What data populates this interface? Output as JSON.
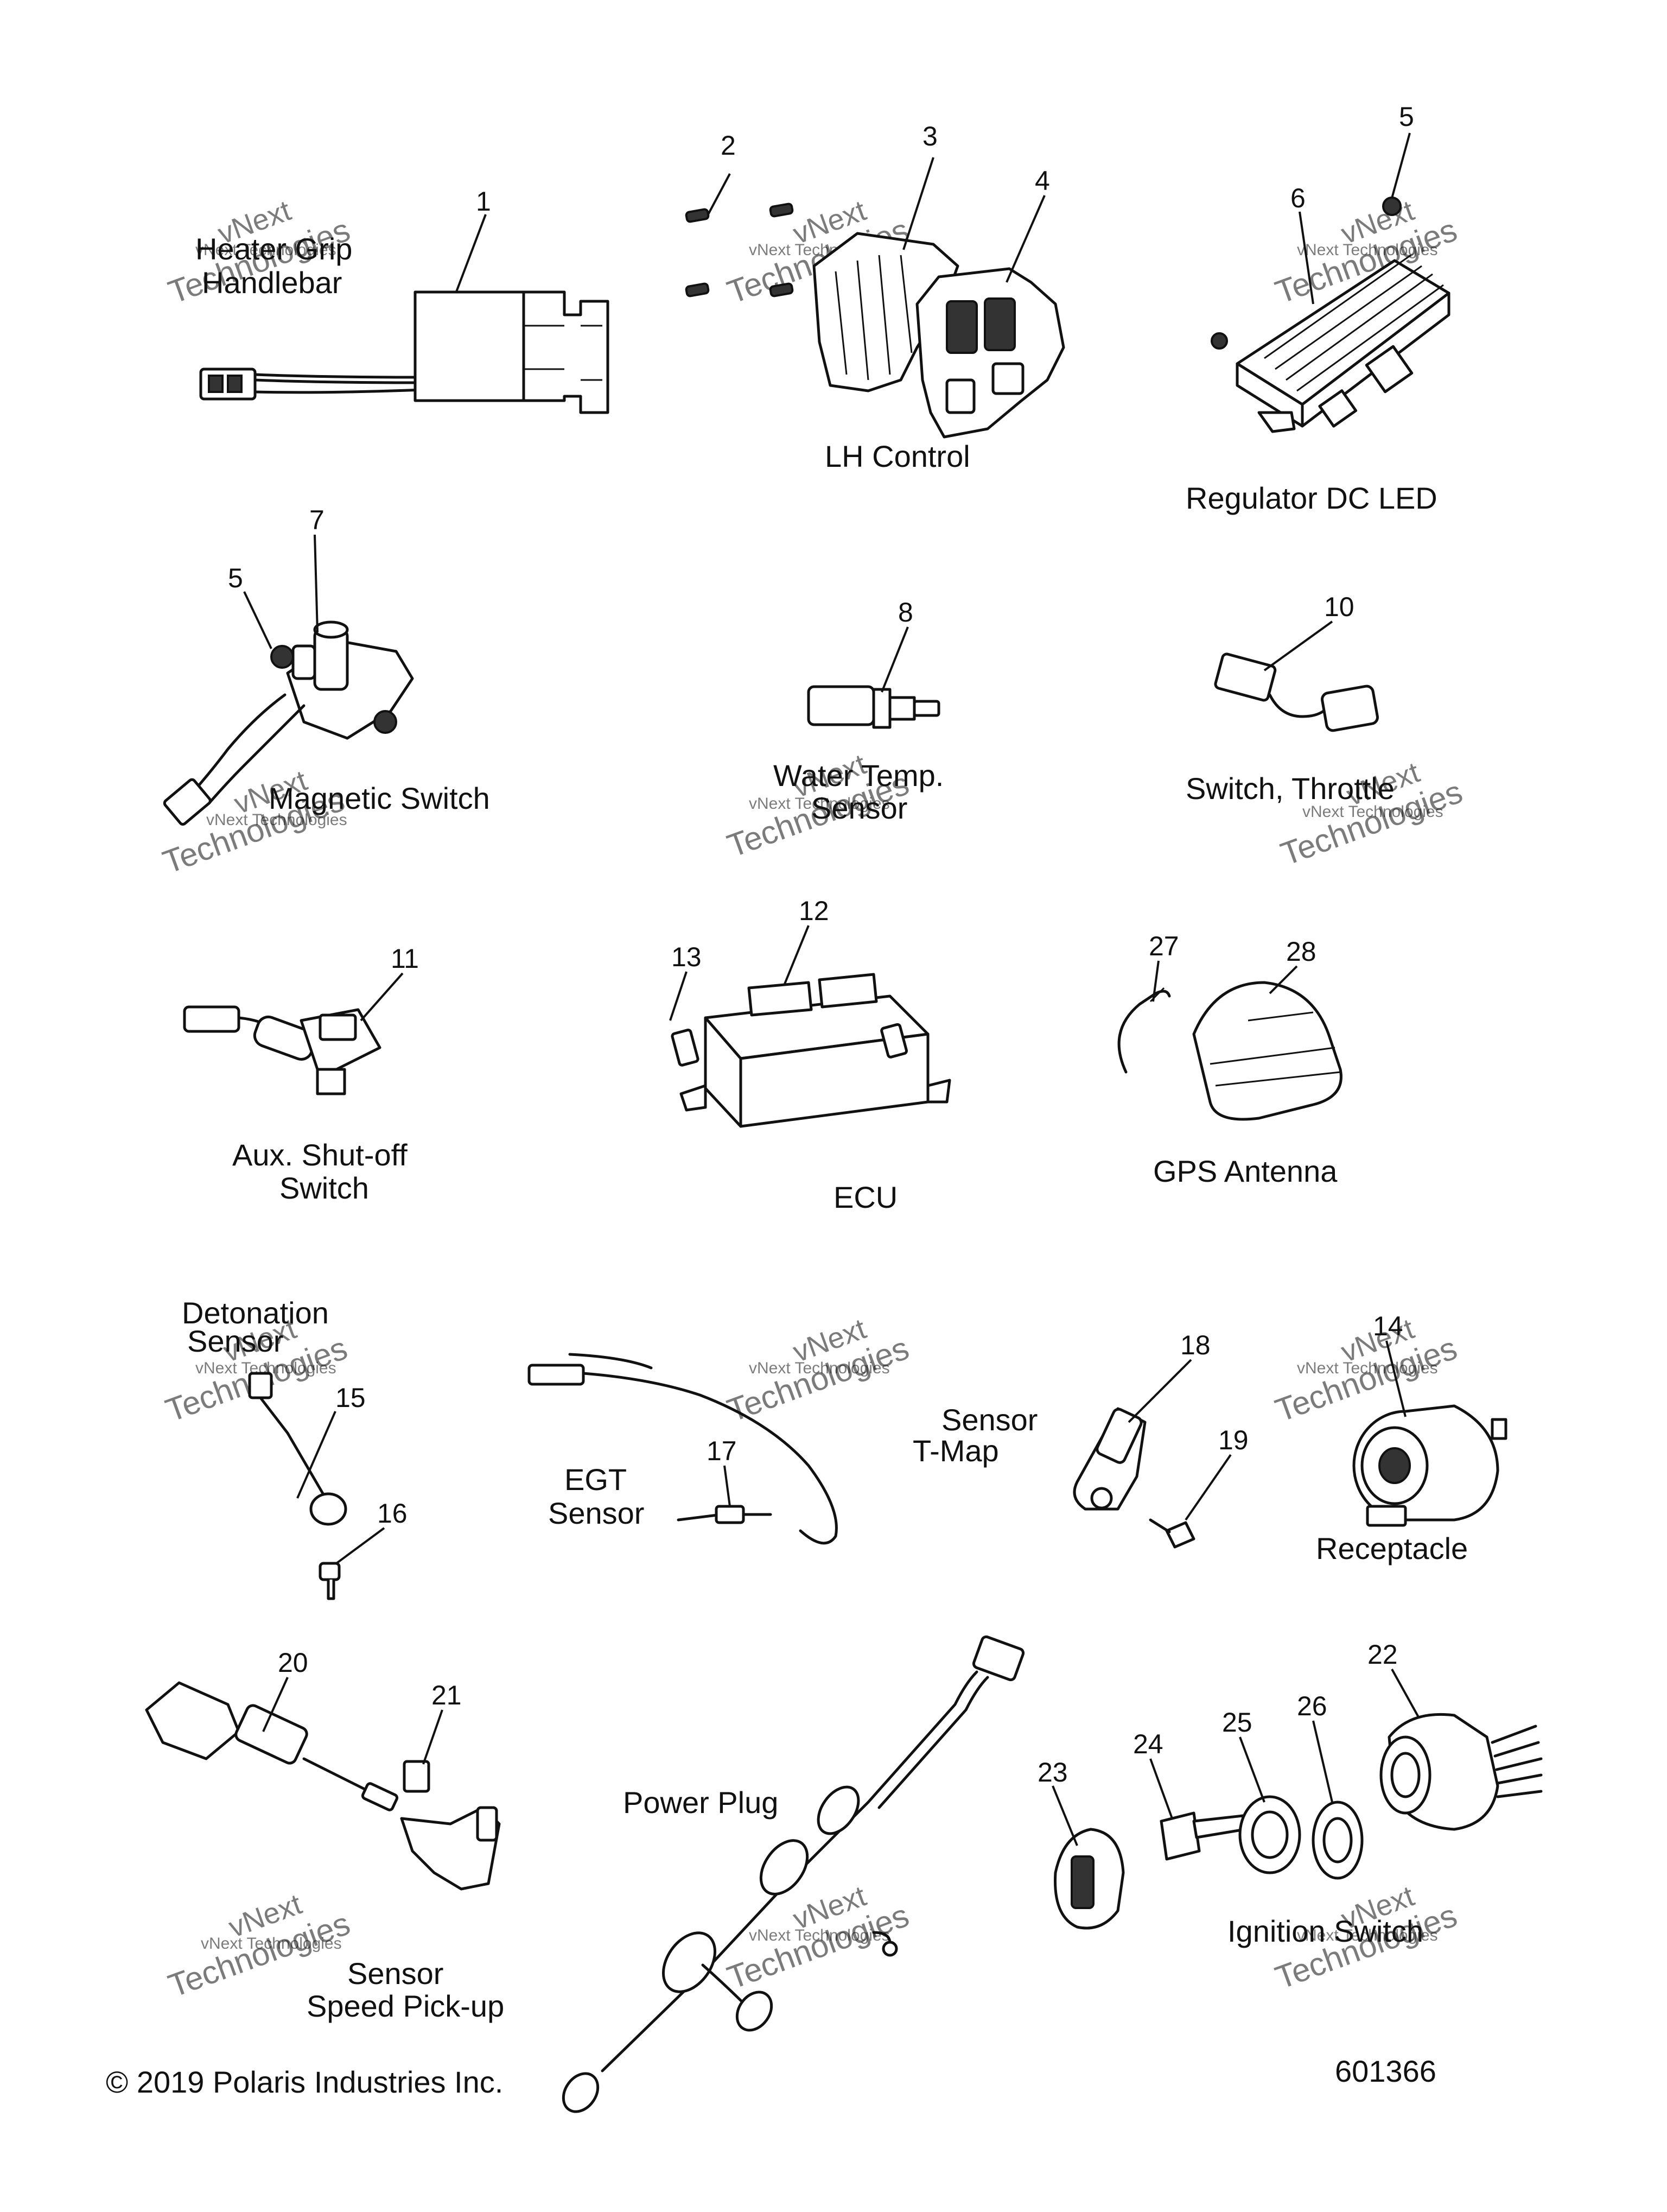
{
  "labels": {
    "heater_grip": "Heater Grip",
    "handlebar": "Handlebar",
    "lh_control": "LH Control",
    "regulator": "Regulator DC LED",
    "magnetic_switch": "Magnetic Switch",
    "water_temp_1": "Water Temp.",
    "water_temp_2": "Sensor",
    "switch_throttle": "Switch, Throttle",
    "aux_1": "Aux. Shut-off",
    "aux_2": "Switch",
    "ecu": "ECU",
    "gps": "GPS Antenna",
    "detonation_1": "Detonation",
    "detonation_2": "Sensor",
    "egt_1": "EGT",
    "egt_2": "Sensor",
    "tmap_1": "Sensor",
    "tmap_2": "T-Map",
    "receptacle": "Receptacle",
    "speed_1": "Sensor",
    "speed_2": "Speed Pick-up",
    "power_plug": "Power Plug",
    "ignition": "Ignition Switch"
  },
  "callouts": {
    "n1": "1",
    "n2": "2",
    "n3": "3",
    "n4": "4",
    "n5a": "5",
    "n5b": "5",
    "n6": "6",
    "n7": "7",
    "n8": "8",
    "n10": "10",
    "n11": "11",
    "n12": "12",
    "n13": "13",
    "n14": "14",
    "n15": "15",
    "n16": "16",
    "n17": "17",
    "n18": "18",
    "n19": "19",
    "n20": "20",
    "n21": "21",
    "n22": "22",
    "n23": "23",
    "n24": "24",
    "n25": "25",
    "n26": "26",
    "n27": "27",
    "n28": "28"
  },
  "footer": {
    "copyright": "© 2019 Polaris Industries Inc.",
    "diagram_id": "601366"
  },
  "watermark": {
    "line1": "vNext Technologies",
    "line2": "vNext",
    "line3": "Technologies"
  }
}
